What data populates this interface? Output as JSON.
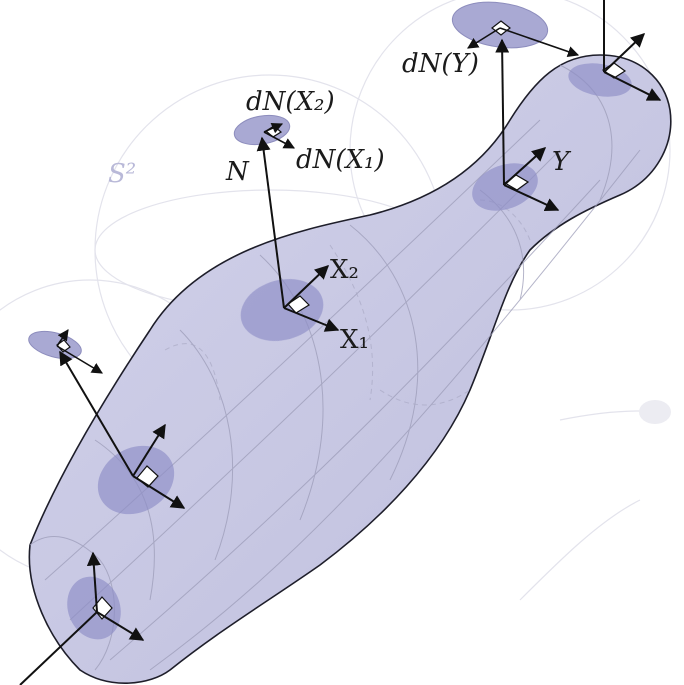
{
  "labels": {
    "dN_X2": "dN(X₂)",
    "dN_X1": "dN(X₁)",
    "N": "N",
    "S2": "S²",
    "X2": "X₂",
    "X1": "X₁",
    "dN_Y": "dN(Y)",
    "Y": "Y"
  },
  "colors": {
    "surface_fill": "#c8c8e4",
    "surface_stroke": "#1e1e2a",
    "patch": "#8d8dc6",
    "sphere": "#d7d7e3",
    "arrow": "#111111",
    "label": "#1b1b1b",
    "s2_label": "#b9b9d8"
  }
}
